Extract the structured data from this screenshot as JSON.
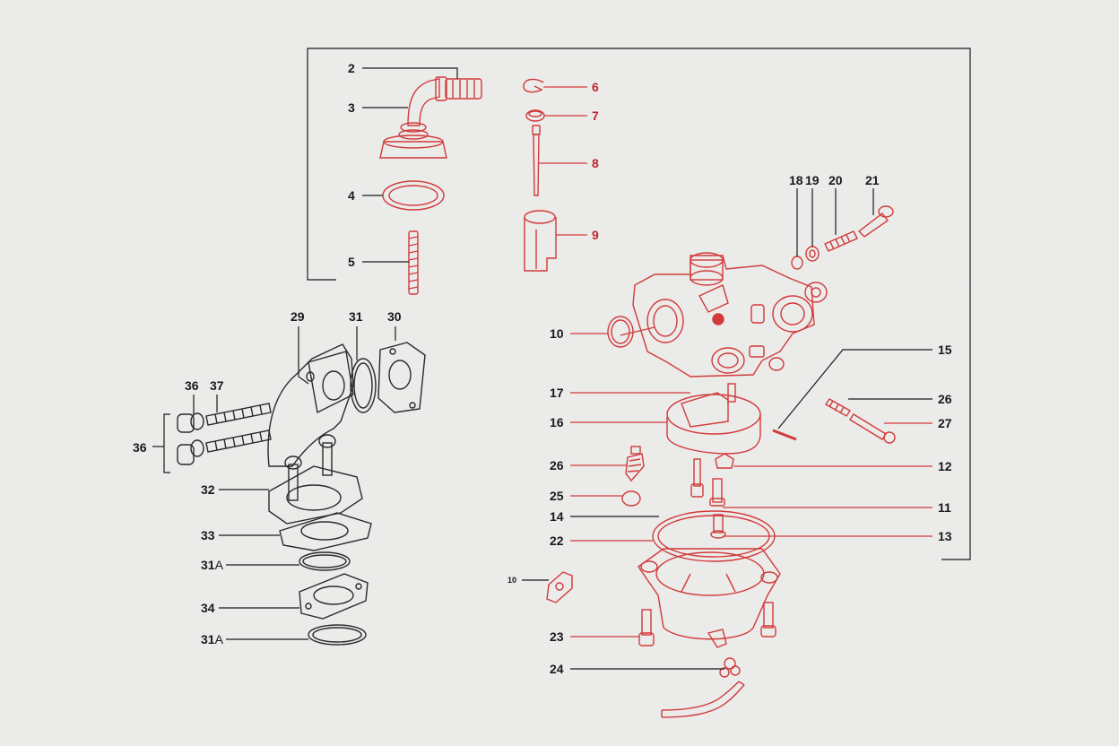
{
  "palette": {
    "background": "#ebebea",
    "red_parts": "#d23a3a",
    "red_labels": "#c4232b",
    "black": "#1a1a1a"
  },
  "labels": {
    "n2": "2",
    "n3": "3",
    "n4": "4",
    "n5": "5",
    "n6": "6",
    "n7": "7",
    "n8": "8",
    "n9": "9",
    "n10": "10",
    "n10b": "10",
    "n11": "11",
    "n12": "12",
    "n13": "13",
    "n14": "14",
    "n15": "15",
    "n16": "16",
    "n17": "17",
    "n18": "18",
    "n19": "19",
    "n20": "20",
    "n21": "21",
    "n22": "22",
    "n23": "23",
    "n24": "24",
    "n25": "25",
    "n26a": "26",
    "n26b": "26",
    "n27": "27",
    "n29": "29",
    "n30": "30",
    "n31": "31",
    "n31a1": "31",
    "n31a1s": "A",
    "n31a2": "31",
    "n31a2s": "A",
    "n32": "32",
    "n33": "33",
    "n34": "34",
    "n36a": "36",
    "n36b": "36",
    "n37": "37"
  }
}
